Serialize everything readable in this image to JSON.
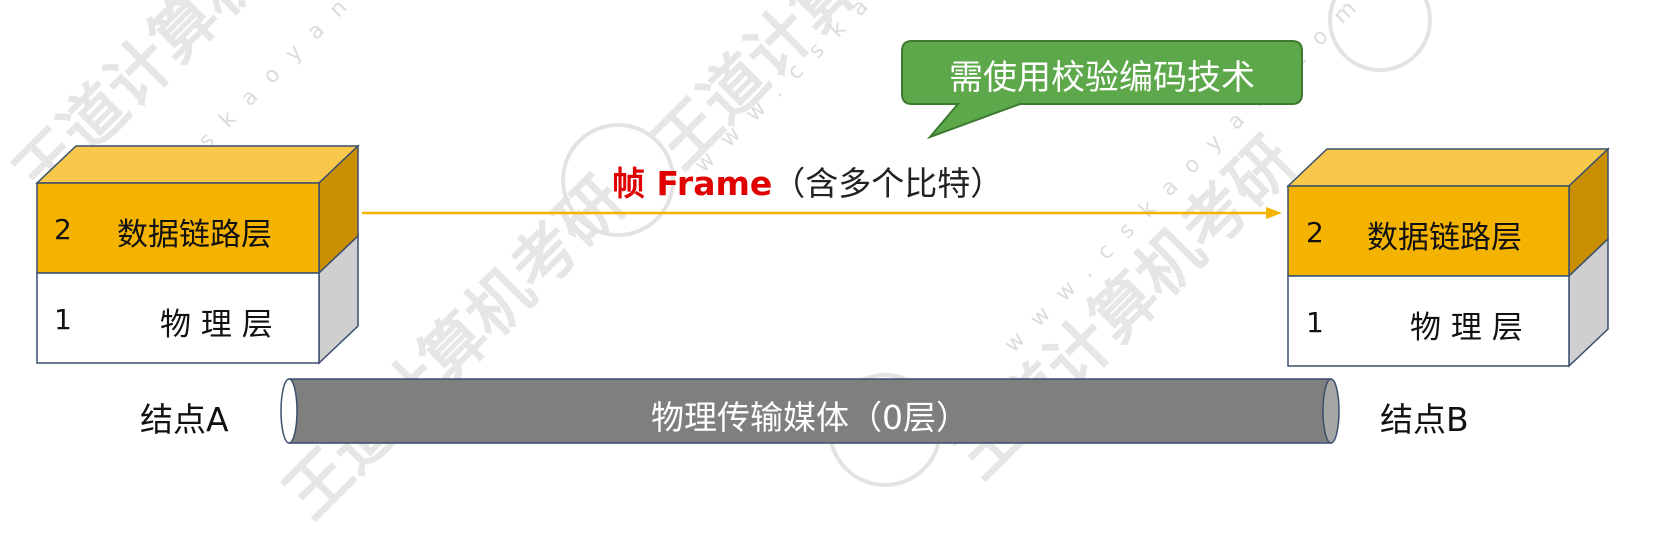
{
  "callout": {
    "text": "需使用校验编码技术"
  },
  "frame": {
    "bold_label": "帧 Frame",
    "suffix": "（含多个比特）"
  },
  "node_a": {
    "name": "结点A",
    "layer2": {
      "number": "2",
      "name": "数据链路层"
    },
    "layer1": {
      "number": "1",
      "name": "物 理 层"
    }
  },
  "node_b": {
    "name": "结点B",
    "layer2": {
      "number": "2",
      "name": "数据链路层"
    },
    "layer1": {
      "number": "1",
      "name": "物 理 层"
    }
  },
  "medium": {
    "label": "物理传输媒体（0层）"
  },
  "watermark": {
    "brand": "王道计算机考研",
    "url": "www.cskaoyan.com"
  },
  "colors": {
    "layer2_front": "#F5B301",
    "layer2_top": "#F7C84A",
    "layer2_side": "#C98F00",
    "layer1_side": "#CFCFCF",
    "callout": "#5CA84A",
    "medium": "#7F7F7F",
    "arrow": "#F5B301",
    "frame_red": "#E00000"
  }
}
